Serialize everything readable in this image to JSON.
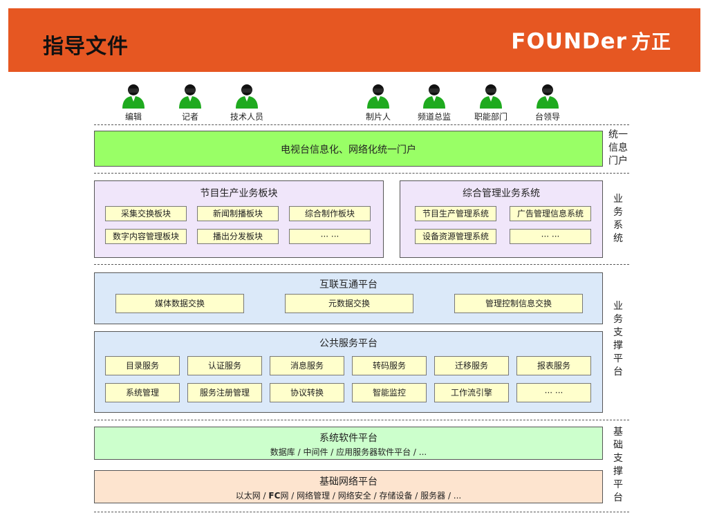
{
  "header": {
    "title": "指导文件",
    "logo_text": "FOUNDer",
    "logo_cn": "方正",
    "bg_color": "#e65722"
  },
  "users": [
    "编辑",
    "记者",
    "技术人员",
    "制片人",
    "频道总监",
    "职能部门",
    "台领导"
  ],
  "portal": {
    "label": "电视台信息化、网络化统一门户",
    "side": "统一信息门户",
    "color": "#99ff66"
  },
  "business": {
    "side": "业务系统",
    "production": {
      "title": "节目生产业务板块",
      "items": [
        "采集交换板块",
        "新闻制播板块",
        "综合制作板块",
        "数字内容管理板块",
        "播出分发板块",
        "··· ···"
      ]
    },
    "management": {
      "title": "综合管理业务系统",
      "items": [
        "节目生产管理系统",
        "广告管理信息系统",
        "设备资源管理系统",
        "··· ···"
      ]
    },
    "color": "#f0e6fa"
  },
  "support": {
    "side": "业务支撑平台",
    "interconnect": {
      "title": "互联互通平台",
      "items": [
        "媒体数据交换",
        "元数据交换",
        "管理控制信息交换"
      ]
    },
    "public": {
      "title": "公共服务平台",
      "items": [
        "目录服务",
        "认证服务",
        "消息服务",
        "转码服务",
        "迁移服务",
        "报表服务",
        "系统管理",
        "服务注册管理",
        "协议转换",
        "智能监控",
        "工作流引擎",
        "··· ···"
      ]
    },
    "color": "#dbe9f9"
  },
  "base": {
    "side": "基础支撑平台",
    "software": {
      "title": "系统软件平台",
      "desc": "数据库 / 中间件 / 应用服务器软件平台 / ...",
      "color": "#ccffcc"
    },
    "network": {
      "title": "基础网络平台",
      "desc_prefix": "以太网 / ",
      "desc_fc": "FC",
      "desc_suffix": "网 / 网络管理 / 网络安全 / 存储设备 / 服务器 / ...",
      "color": "#fde4cf"
    }
  }
}
